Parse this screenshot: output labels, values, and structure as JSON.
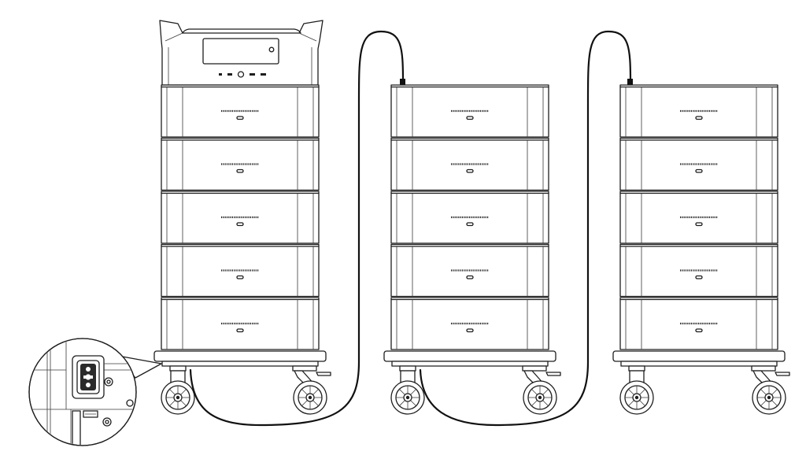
{
  "diagram": {
    "colors": {
      "line": "#1e1e1e",
      "cable": "#111111",
      "background": "#ffffff"
    },
    "units": [
      {
        "kind": "main-unit-with-display",
        "battery_modules": 5
      },
      {
        "kind": "expansion-battery-stack",
        "battery_modules": 5
      },
      {
        "kind": "expansion-battery-stack",
        "battery_modules": 5
      }
    ],
    "connections": [
      {
        "from": "unit-1",
        "to": "unit-2"
      },
      {
        "from": "unit-2",
        "to": "unit-3"
      }
    ],
    "inset": {
      "shows": "port-connector-close-up",
      "icon": "connector-port-icon"
    }
  }
}
